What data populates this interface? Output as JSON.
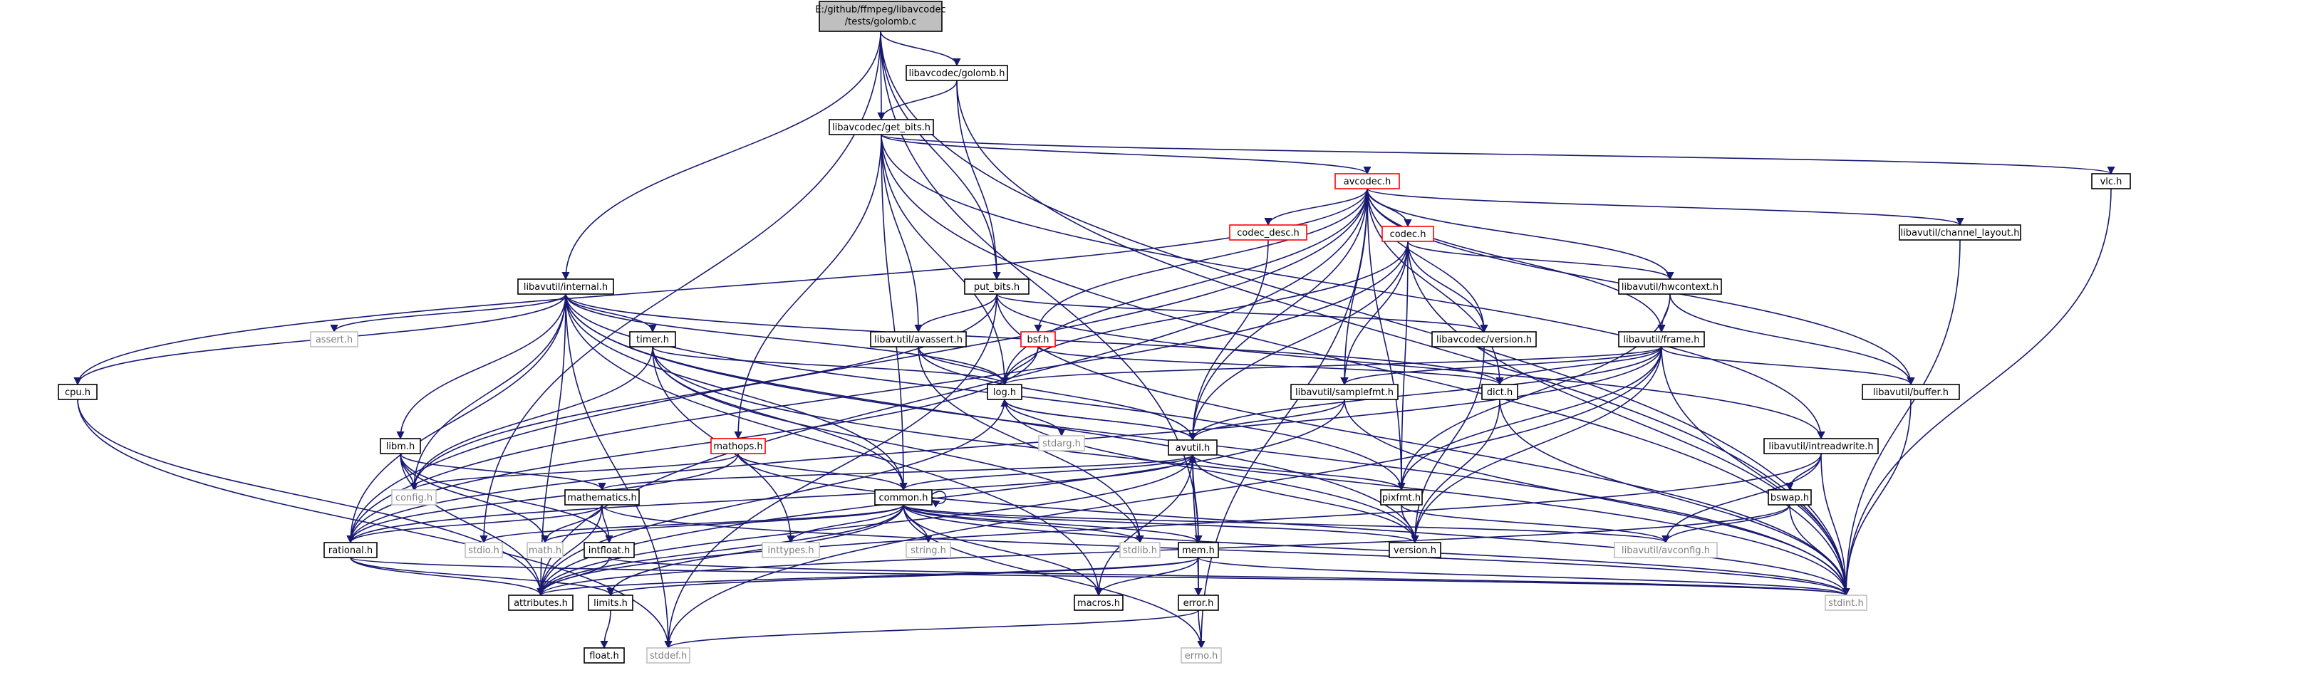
{
  "title": "E:/github/ffmpeg/libavcodec/tests/golomb.c",
  "colors": {
    "root_fill": "#bfbfbf",
    "node_fill": "#ffffff",
    "node_border": "#000000",
    "missing_border": "#bfbfbf",
    "missing_text": "#7f7f7f",
    "truncated_border": "#ff0000",
    "edge": "#191970"
  },
  "nodes": [
    {
      "id": "root",
      "label": "E:/github/ffmpeg/libavcodec/tests/golomb.c",
      "kind": "root"
    },
    {
      "id": "golomb_h",
      "label": "libavcodec/golomb.h",
      "kind": "normal"
    },
    {
      "id": "get_bits_h",
      "label": "libavcodec/get_bits.h",
      "kind": "normal"
    },
    {
      "id": "avcodec_h",
      "label": "avcodec.h",
      "kind": "truncated"
    },
    {
      "id": "vlc_h",
      "label": "vlc.h",
      "kind": "normal"
    },
    {
      "id": "codec_desc_h",
      "label": "codec_desc.h",
      "kind": "truncated"
    },
    {
      "id": "codec_h",
      "label": "codec.h",
      "kind": "truncated"
    },
    {
      "id": "channel_layout_h",
      "label": "libavutil/channel_layout.h",
      "kind": "normal"
    },
    {
      "id": "put_bits_h",
      "label": "put_bits.h",
      "kind": "normal"
    },
    {
      "id": "internal_h",
      "label": "libavutil/internal.h",
      "kind": "normal"
    },
    {
      "id": "hwcontext_h",
      "label": "libavutil/hwcontext.h",
      "kind": "normal"
    },
    {
      "id": "assert_h",
      "label": "assert.h",
      "kind": "missing"
    },
    {
      "id": "timer_h",
      "label": "timer.h",
      "kind": "normal"
    },
    {
      "id": "avassert_h",
      "label": "libavutil/avassert.h",
      "kind": "normal"
    },
    {
      "id": "bsf_h",
      "label": "bsf.h",
      "kind": "truncated"
    },
    {
      "id": "lavc_version_h",
      "label": "libavcodec/version.h",
      "kind": "normal"
    },
    {
      "id": "frame_h",
      "label": "libavutil/frame.h",
      "kind": "normal"
    },
    {
      "id": "cpu_h",
      "label": "cpu.h",
      "kind": "normal"
    },
    {
      "id": "log_h",
      "label": "log.h",
      "kind": "normal"
    },
    {
      "id": "dict_h",
      "label": "dict.h",
      "kind": "normal"
    },
    {
      "id": "samplefmt_h",
      "label": "libavutil/samplefmt.h",
      "kind": "normal"
    },
    {
      "id": "buffer_h",
      "label": "libavutil/buffer.h",
      "kind": "normal"
    },
    {
      "id": "libm_h",
      "label": "libm.h",
      "kind": "normal"
    },
    {
      "id": "stdarg_h",
      "label": "stdarg.h",
      "kind": "missing"
    },
    {
      "id": "mathops_h",
      "label": "mathops.h",
      "kind": "truncated"
    },
    {
      "id": "avutil_h",
      "label": "avutil.h",
      "kind": "normal"
    },
    {
      "id": "intreadwrite_h",
      "label": "libavutil/intreadwrite.h",
      "kind": "normal"
    },
    {
      "id": "config_h",
      "label": "config.h",
      "kind": "missing"
    },
    {
      "id": "mathematics_h",
      "label": "mathematics.h",
      "kind": "normal"
    },
    {
      "id": "common_h",
      "label": "common.h",
      "kind": "normal"
    },
    {
      "id": "pixfmt_h",
      "label": "pixfmt.h",
      "kind": "normal"
    },
    {
      "id": "bswap_h",
      "label": "bswap.h",
      "kind": "normal"
    },
    {
      "id": "rational_h",
      "label": "rational.h",
      "kind": "normal"
    },
    {
      "id": "stdio_h",
      "label": "stdio.h",
      "kind": "missing"
    },
    {
      "id": "math_h",
      "label": "math.h",
      "kind": "missing"
    },
    {
      "id": "intfloat_h",
      "label": "intfloat.h",
      "kind": "normal"
    },
    {
      "id": "inttypes_h",
      "label": "inttypes.h",
      "kind": "missing"
    },
    {
      "id": "string_h",
      "label": "string.h",
      "kind": "missing"
    },
    {
      "id": "stdlib_h",
      "label": "stdlib.h",
      "kind": "missing"
    },
    {
      "id": "mem_h",
      "label": "mem.h",
      "kind": "normal"
    },
    {
      "id": "version_h",
      "label": "version.h",
      "kind": "normal"
    },
    {
      "id": "avconfig_h",
      "label": "libavutil/avconfig.h",
      "kind": "missing"
    },
    {
      "id": "attributes_h",
      "label": "attributes.h",
      "kind": "normal"
    },
    {
      "id": "limits_h",
      "label": "limits.h",
      "kind": "normal"
    },
    {
      "id": "macros_h",
      "label": "macros.h",
      "kind": "normal"
    },
    {
      "id": "error_h",
      "label": "error.h",
      "kind": "normal"
    },
    {
      "id": "stdint_h",
      "label": "stdint.h",
      "kind": "missing"
    },
    {
      "id": "float_h",
      "label": "float.h",
      "kind": "normal"
    },
    {
      "id": "stddef_h",
      "label": "stddef.h",
      "kind": "missing"
    },
    {
      "id": "errno_h",
      "label": "errno.h",
      "kind": "missing"
    }
  ],
  "edges": [
    [
      "root",
      "golomb_h"
    ],
    [
      "root",
      "get_bits_h"
    ],
    [
      "root",
      "put_bits_h"
    ],
    [
      "root",
      "internal_h"
    ],
    [
      "root",
      "mem_h"
    ],
    [
      "root",
      "stdint_h"
    ],
    [
      "root",
      "stdio_h"
    ],
    [
      "golomb_h",
      "get_bits_h"
    ],
    [
      "golomb_h",
      "put_bits_h"
    ],
    [
      "golomb_h",
      "stdint_h"
    ],
    [
      "get_bits_h",
      "avcodec_h"
    ],
    [
      "get_bits_h",
      "vlc_h"
    ],
    [
      "get_bits_h",
      "mathops_h"
    ],
    [
      "get_bits_h",
      "avassert_h"
    ],
    [
      "get_bits_h",
      "common_h"
    ],
    [
      "get_bits_h",
      "intreadwrite_h"
    ],
    [
      "get_bits_h",
      "log_h"
    ],
    [
      "get_bits_h",
      "stdint_h"
    ],
    [
      "vlc_h",
      "stdint_h"
    ],
    [
      "avcodec_h",
      "codec_desc_h"
    ],
    [
      "avcodec_h",
      "codec_h"
    ],
    [
      "avcodec_h",
      "channel_layout_h"
    ],
    [
      "avcodec_h",
      "hwcontext_h"
    ],
    [
      "avcodec_h",
      "bsf_h"
    ],
    [
      "avcodec_h",
      "lavc_version_h"
    ],
    [
      "avcodec_h",
      "frame_h"
    ],
    [
      "avcodec_h",
      "cpu_h"
    ],
    [
      "avcodec_h",
      "log_h"
    ],
    [
      "avcodec_h",
      "dict_h"
    ],
    [
      "avcodec_h",
      "samplefmt_h"
    ],
    [
      "avcodec_h",
      "buffer_h"
    ],
    [
      "avcodec_h",
      "avutil_h"
    ],
    [
      "avcodec_h",
      "pixfmt_h"
    ],
    [
      "avcodec_h",
      "rational_h"
    ],
    [
      "avcodec_h",
      "attributes_h"
    ],
    [
      "avcodec_h",
      "errno_h"
    ],
    [
      "codec_desc_h",
      "avutil_h"
    ],
    [
      "codec_h",
      "hwcontext_h"
    ],
    [
      "codec_h",
      "lavc_version_h"
    ],
    [
      "codec_h",
      "log_h"
    ],
    [
      "codec_h",
      "samplefmt_h"
    ],
    [
      "codec_h",
      "avutil_h"
    ],
    [
      "codec_h",
      "pixfmt_h"
    ],
    [
      "codec_h",
      "rational_h"
    ],
    [
      "codec_h",
      "stdint_h"
    ],
    [
      "channel_layout_h",
      "stdint_h"
    ],
    [
      "hwcontext_h",
      "frame_h"
    ],
    [
      "hwcontext_h",
      "buffer_h"
    ],
    [
      "hwcontext_h",
      "pixfmt_h"
    ],
    [
      "put_bits_h",
      "avassert_h"
    ],
    [
      "put_bits_h",
      "lavc_version_h"
    ],
    [
      "put_bits_h",
      "stdint_h"
    ],
    [
      "put_bits_h",
      "stddef_h"
    ],
    [
      "put_bits_h",
      "config_h"
    ],
    [
      "put_bits_h",
      "intreadwrite_h"
    ],
    [
      "internal_h",
      "assert_h"
    ],
    [
      "internal_h",
      "timer_h"
    ],
    [
      "internal_h",
      "cpu_h"
    ],
    [
      "internal_h",
      "dict_h"
    ],
    [
      "internal_h",
      "libm_h"
    ],
    [
      "internal_h",
      "config_h"
    ],
    [
      "internal_h",
      "attributes_h"
    ],
    [
      "internal_h",
      "stddef_h"
    ],
    [
      "internal_h",
      "stdint_h"
    ],
    [
      "internal_h",
      "pixfmt_h"
    ],
    [
      "internal_h",
      "common_h"
    ],
    [
      "internal_h",
      "macros_h"
    ],
    [
      "internal_h",
      "version_h"
    ],
    [
      "internal_h",
      "rational_h"
    ],
    [
      "internal_h",
      "log_h"
    ],
    [
      "timer_h",
      "log_h"
    ],
    [
      "timer_h",
      "config_h"
    ],
    [
      "timer_h",
      "inttypes_h"
    ],
    [
      "timer_h",
      "common_h"
    ],
    [
      "timer_h",
      "stdint_h"
    ],
    [
      "timer_h",
      "stdlib_h"
    ],
    [
      "avassert_h",
      "log_h"
    ],
    [
      "avassert_h",
      "avutil_h"
    ],
    [
      "avassert_h",
      "stdlib_h"
    ],
    [
      "bsf_h",
      "log_h"
    ],
    [
      "bsf_h",
      "dict_h"
    ],
    [
      "bsf_h",
      "rational_h"
    ],
    [
      "lavc_version_h",
      "version_h"
    ],
    [
      "frame_h",
      "buffer_h"
    ],
    [
      "frame_h",
      "dict_h"
    ],
    [
      "frame_h",
      "samplefmt_h"
    ],
    [
      "frame_h",
      "avutil_h"
    ],
    [
      "frame_h",
      "pixfmt_h"
    ],
    [
      "frame_h",
      "rational_h"
    ],
    [
      "frame_h",
      "version_h"
    ],
    [
      "frame_h",
      "stdint_h"
    ],
    [
      "frame_h",
      "stddef_h"
    ],
    [
      "frame_h",
      "log_h"
    ],
    [
      "cpu_h",
      "attributes_h"
    ],
    [
      "cpu_h",
      "stddef_h"
    ],
    [
      "log_h",
      "avutil_h"
    ],
    [
      "log_h",
      "attributes_h"
    ],
    [
      "log_h",
      "stdarg_h"
    ],
    [
      "log_h",
      "version_h"
    ],
    [
      "dict_h",
      "stdint_h"
    ],
    [
      "dict_h",
      "version_h"
    ],
    [
      "samplefmt_h",
      "avutil_h"
    ],
    [
      "samplefmt_h",
      "attributes_h"
    ],
    [
      "samplefmt_h",
      "stdint_h"
    ],
    [
      "buffer_h",
      "stdint_h"
    ],
    [
      "libm_h",
      "config_h"
    ],
    [
      "libm_h",
      "mathematics_h"
    ],
    [
      "libm_h",
      "attributes_h"
    ],
    [
      "libm_h",
      "intfloat_h"
    ],
    [
      "libm_h",
      "math_h"
    ],
    [
      "mathops_h",
      "config_h"
    ],
    [
      "mathops_h",
      "common_h"
    ],
    [
      "mathops_h",
      "stdint_h"
    ],
    [
      "mathops_h",
      "rational_h"
    ],
    [
      "avutil_h",
      "common_h"
    ],
    [
      "avutil_h",
      "mathematics_h"
    ],
    [
      "avutil_h",
      "pixfmt_h"
    ],
    [
      "avutil_h",
      "version_h"
    ],
    [
      "avutil_h",
      "rational_h"
    ],
    [
      "avutil_h",
      "error_h"
    ],
    [
      "avutil_h",
      "macros_h"
    ],
    [
      "avutil_h",
      "log_h"
    ],
    [
      "avutil_h",
      "attributes_h"
    ],
    [
      "intreadwrite_h",
      "bswap_h"
    ],
    [
      "intreadwrite_h",
      "avconfig_h"
    ],
    [
      "intreadwrite_h",
      "attributes_h"
    ],
    [
      "intreadwrite_h",
      "stdint_h"
    ],
    [
      "mathematics_h",
      "rational_h"
    ],
    [
      "mathematics_h",
      "intfloat_h"
    ],
    [
      "mathematics_h",
      "attributes_h"
    ],
    [
      "mathematics_h",
      "math_h"
    ],
    [
      "mathematics_h",
      "stdint_h"
    ],
    [
      "common_h",
      "common_h"
    ],
    [
      "common_h",
      "attributes_h"
    ],
    [
      "common_h",
      "mem_h"
    ],
    [
      "common_h",
      "macros_h"
    ],
    [
      "common_h",
      "errno_h"
    ],
    [
      "common_h",
      "inttypes_h"
    ],
    [
      "common_h",
      "limits_h"
    ],
    [
      "common_h",
      "math_h"
    ],
    [
      "common_h",
      "stdint_h"
    ],
    [
      "common_h",
      "stdio_h"
    ],
    [
      "common_h",
      "stdlib_h"
    ],
    [
      "common_h",
      "string_h"
    ],
    [
      "common_h",
      "version_h"
    ],
    [
      "common_h",
      "avconfig_h"
    ],
    [
      "pixfmt_h",
      "avconfig_h"
    ],
    [
      "pixfmt_h",
      "version_h"
    ],
    [
      "bswap_h",
      "avconfig_h"
    ],
    [
      "bswap_h",
      "stdint_h"
    ],
    [
      "bswap_h",
      "attributes_h"
    ],
    [
      "rational_h",
      "attributes_h"
    ],
    [
      "rational_h",
      "limits_h"
    ],
    [
      "rational_h",
      "stdint_h"
    ],
    [
      "intfloat_h",
      "attributes_h"
    ],
    [
      "intfloat_h",
      "stdint_h"
    ],
    [
      "mem_h",
      "attributes_h"
    ],
    [
      "mem_h",
      "avutil_h"
    ],
    [
      "mem_h",
      "error_h"
    ],
    [
      "mem_h",
      "limits_h"
    ],
    [
      "mem_h",
      "stdint_h"
    ],
    [
      "mem_h",
      "macros_h"
    ],
    [
      "error_h",
      "errno_h"
    ],
    [
      "error_h",
      "stddef_h"
    ],
    [
      "limits_h",
      "float_h"
    ]
  ]
}
